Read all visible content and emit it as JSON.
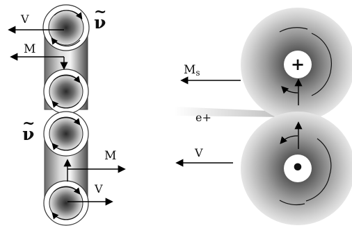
{
  "left_panel": {
    "labels": {
      "v_top": "V",
      "m_top": "M",
      "nu_top": "ν",
      "nu_top_mark": "~",
      "nu_mid": "ν",
      "nu_mid_mark": "~",
      "m_bottom": "M",
      "v_bottom": "V"
    }
  },
  "right_panel": {
    "labels": {
      "ms_main": "M",
      "ms_sub": "s",
      "e_plus": "e+",
      "v": "V"
    },
    "top_center_symbol": "+",
    "bottom_center_symbol": "•"
  }
}
